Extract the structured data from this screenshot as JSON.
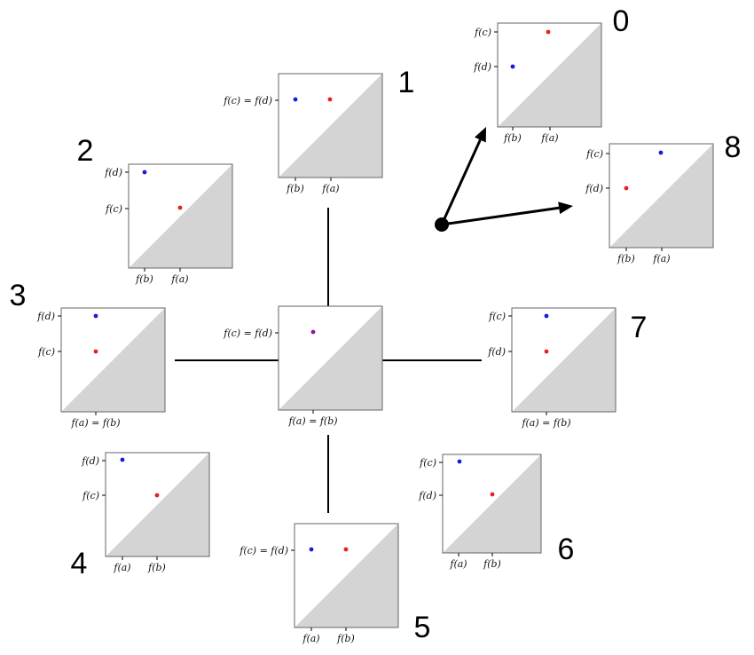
{
  "colors": {
    "blue": "#1a1adb",
    "red": "#e82020",
    "purple": "#8a1a9a",
    "shade": "#d4d4d4",
    "frame": "#666666",
    "ink": "#000000"
  },
  "panels": [
    {
      "id": "0",
      "number": "0",
      "ylabels": [
        "f(c)",
        "f(d)"
      ],
      "xlabels": [
        "f(b)",
        "f(a)"
      ]
    },
    {
      "id": "1",
      "number": "1",
      "ylabels": [
        "f(c) = f(d)"
      ],
      "xlabels": [
        "f(b)",
        "f(a)"
      ]
    },
    {
      "id": "2",
      "number": "2",
      "ylabels": [
        "f(d)",
        "f(c)"
      ],
      "xlabels": [
        "f(b)",
        "f(a)"
      ]
    },
    {
      "id": "3",
      "number": "3",
      "ylabels": [
        "f(d)",
        "f(c)"
      ],
      "xlabels": [
        "f(a) = f(b)"
      ]
    },
    {
      "id": "center",
      "number": "",
      "ylabels": [
        "f(c) = f(d)"
      ],
      "xlabels": [
        "f(a) = f(b)"
      ]
    },
    {
      "id": "7",
      "number": "7",
      "ylabels": [
        "f(c)",
        "f(d)"
      ],
      "xlabels": [
        "f(a) = f(b)"
      ]
    },
    {
      "id": "4",
      "number": "4",
      "ylabels": [
        "f(d)",
        "f(c)"
      ],
      "xlabels": [
        "f(a)",
        "f(b)"
      ]
    },
    {
      "id": "5",
      "number": "5",
      "ylabels": [
        "f(c) = f(d)"
      ],
      "xlabels": [
        "f(a)",
        "f(b)"
      ]
    },
    {
      "id": "6",
      "number": "6",
      "ylabels": [
        "f(c)",
        "f(d)"
      ],
      "xlabels": [
        "f(a)",
        "f(b)"
      ]
    },
    {
      "id": "8",
      "number": "8",
      "ylabels": [
        "f(c)",
        "f(d)"
      ],
      "xlabels": [
        "f(b)",
        "f(a)"
      ]
    }
  ]
}
